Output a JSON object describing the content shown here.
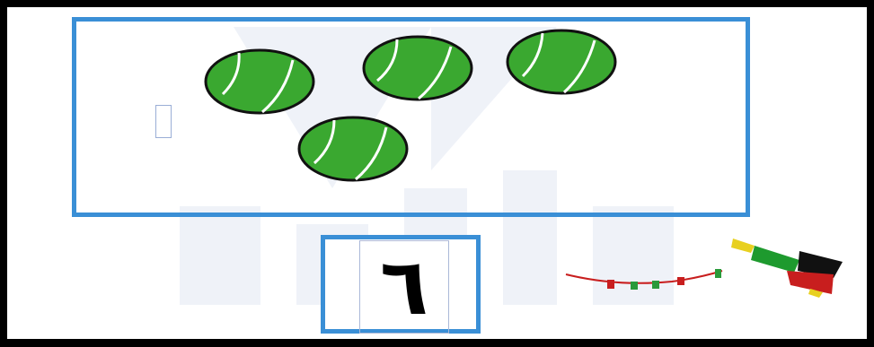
{
  "exercise": {
    "numeral": "٦",
    "answer_value": "",
    "balls": [
      {
        "id": "ball-1"
      },
      {
        "id": "ball-2"
      },
      {
        "id": "ball-3"
      },
      {
        "id": "ball-4"
      }
    ]
  },
  "colors": {
    "frame": "#000000",
    "box_border": "#3a8fd6",
    "ball_fill": "#3aa830",
    "ball_line": "#ffffff"
  },
  "icons": [
    "tennis-ball-icon",
    "watermark-logo",
    "bunting-flags-icon"
  ]
}
